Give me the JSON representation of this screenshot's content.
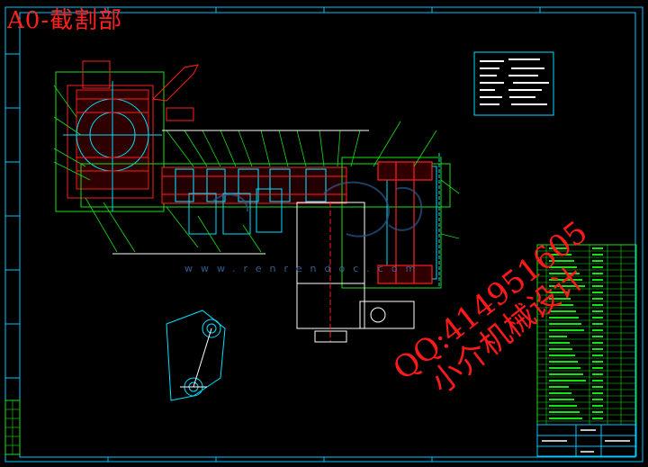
{
  "title": "A0-截割部",
  "qq": {
    "line1": "QQ:414951605",
    "line2": "小介机械设计"
  },
  "watermark": {
    "text": "www.renrendoc.com"
  },
  "colors": {
    "background": "#000000",
    "border": "#00c8ff",
    "red": "#ff2020",
    "green": "#18e018",
    "cyan": "#00e0ff",
    "white": "#ffffff",
    "blue": "#3d6fa8"
  }
}
